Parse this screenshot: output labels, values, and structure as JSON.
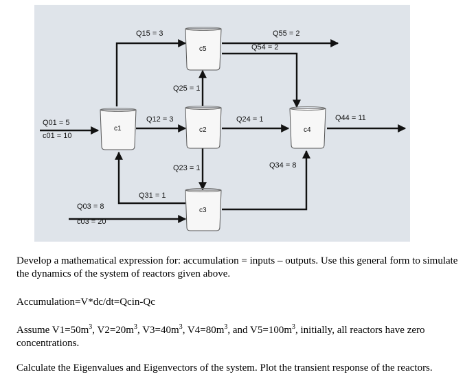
{
  "diagram": {
    "background_color": "#dfe4ea",
    "reactors": [
      "c1",
      "c2",
      "c3",
      "c4",
      "c5"
    ],
    "flows": {
      "q01": "Q01 = 5",
      "c01": "c01 = 10",
      "q03": "Q03 = 8",
      "c03": "c03 = 20",
      "q15": "Q15 = 3",
      "q12": "Q12 = 3",
      "q25": "Q25 = 1",
      "q23": "Q23 = 1",
      "q31": "Q31 = 1",
      "q24": "Q24 = 1",
      "q54": "Q54 = 2",
      "q55": "Q55 = 2",
      "q34": "Q34 = 8",
      "q44": "Q44 = 11"
    }
  },
  "text": {
    "p1": "Develop a mathematical expression for: accumulation = inputs – outputs. Use this general form to simulate the dynamics of the system of reactors given above.",
    "p2": "Accumulation=V*dc/dt=Qcin-Qc",
    "p3_a": "Assume V1=50m",
    "p3_b": ", V2=20m",
    "p3_c": ", V3=40m",
    "p3_d": ", V4=80m",
    "p3_e": ", and V5=100m",
    "p3_f": ", initially, all reactors have zero concentrations.",
    "sup3": "3",
    "p4": "Calculate the Eigenvalues and Eigenvectors of the system. Plot the transient response of the reactors."
  }
}
